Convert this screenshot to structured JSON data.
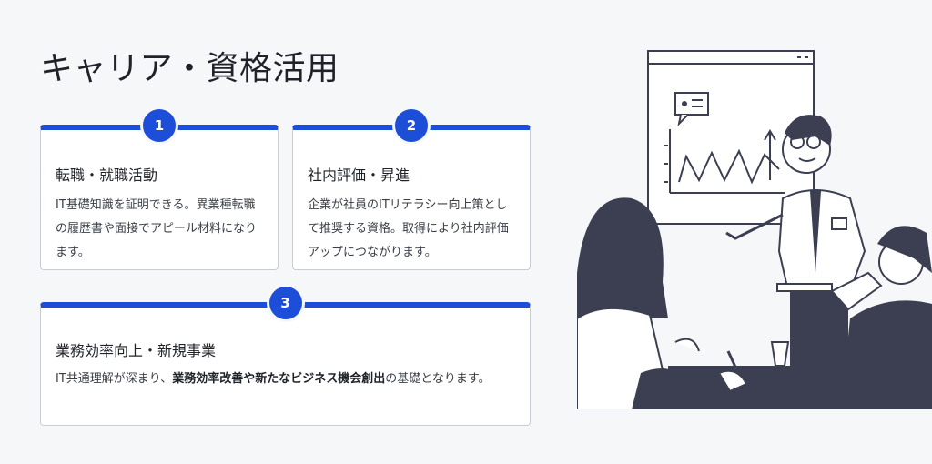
{
  "page": {
    "title": "キャリア・資格活用"
  },
  "cards": [
    {
      "number": "1",
      "title": "転職・就職活動",
      "body": "IT基礎知識を証明できる。異業種転職の履歴書や面接でアピール材料になります。"
    },
    {
      "number": "2",
      "title": "社内評価・昇進",
      "body": "企業が社員のITリテラシー向上策として推奨する資格。取得により社内評価アップにつながります。"
    },
    {
      "number": "3",
      "title": "業務効率向上・新規事業",
      "body_prefix": "IT共通理解が深まり、",
      "body_bold": "業務効率改善や新たなビジネス機会創出",
      "body_suffix": "の基礎となります。"
    }
  ],
  "colors": {
    "accent": "#1d4ed8",
    "illustration_dark": "#3b3f51",
    "background": "#f6f7f9"
  },
  "icons": [
    "presentation-illustration",
    "chart-icon",
    "speech-bubble-icon"
  ]
}
